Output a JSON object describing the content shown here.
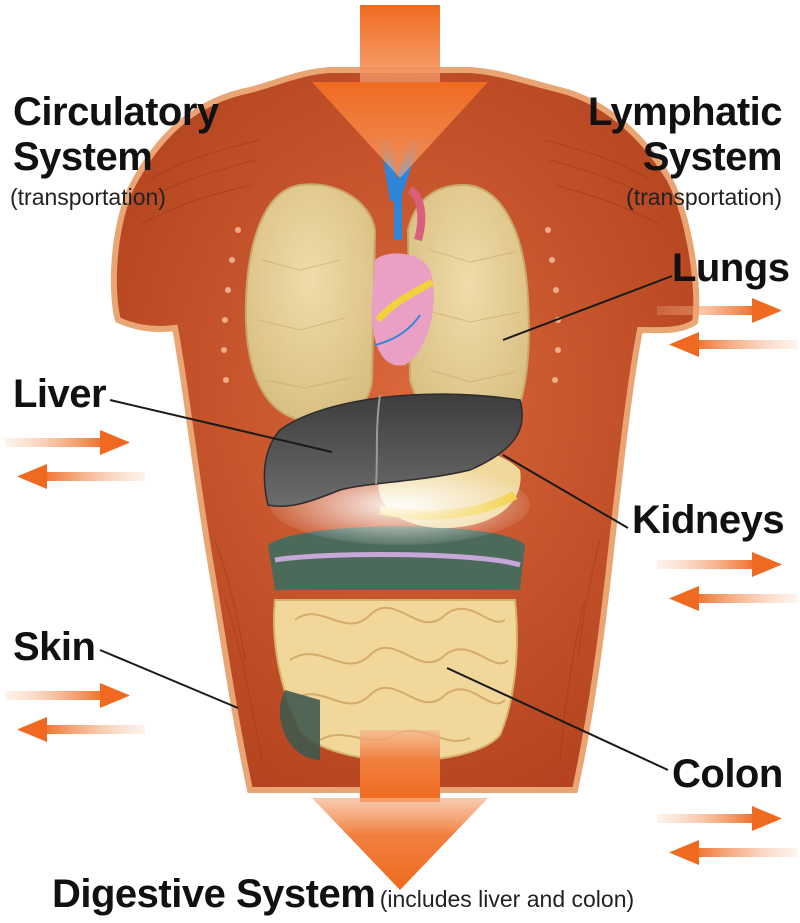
{
  "labels": {
    "circulatory_line1": "Circulatory",
    "circulatory_line2": "System",
    "circulatory_sub": "(transportation)",
    "lymphatic_line1": "Lymphatic",
    "lymphatic_line2": "System",
    "lymphatic_sub": "(transportation)",
    "lungs": "Lungs",
    "liver": "Liver",
    "kidneys": "Kidneys",
    "skin": "Skin",
    "colon": "Colon",
    "digestive": "Digestive System",
    "digestive_sub": "(includes liver and colon)"
  },
  "colors": {
    "arrow_orange": "#f07a35",
    "muscle": "#c8532c",
    "lung": "#e6cf98",
    "liver": "#555555",
    "intestine": "#f2d79b",
    "vein_blue": "#2f86d8",
    "heart_pink": "#e9a0c4"
  },
  "icons": [
    "down-arrow-icon",
    "exchange-arrows-icon"
  ]
}
